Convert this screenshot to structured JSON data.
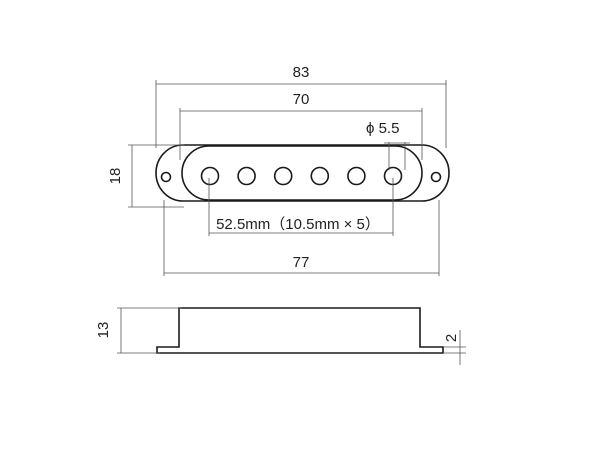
{
  "top_view": {
    "overall_width_label": "83",
    "hole_span_label": "70",
    "hole_diameter_label": "ϕ 5.5",
    "height_label": "18",
    "pole_spacing_label": "52.5mm（10.5mm × 5）",
    "body_width_label": "77",
    "pole_count": 6
  },
  "side_view": {
    "height_label": "13",
    "flange_label": "2"
  },
  "colors": {
    "line": "#1a1a1a",
    "dimension": "#555555",
    "background": "#ffffff"
  }
}
